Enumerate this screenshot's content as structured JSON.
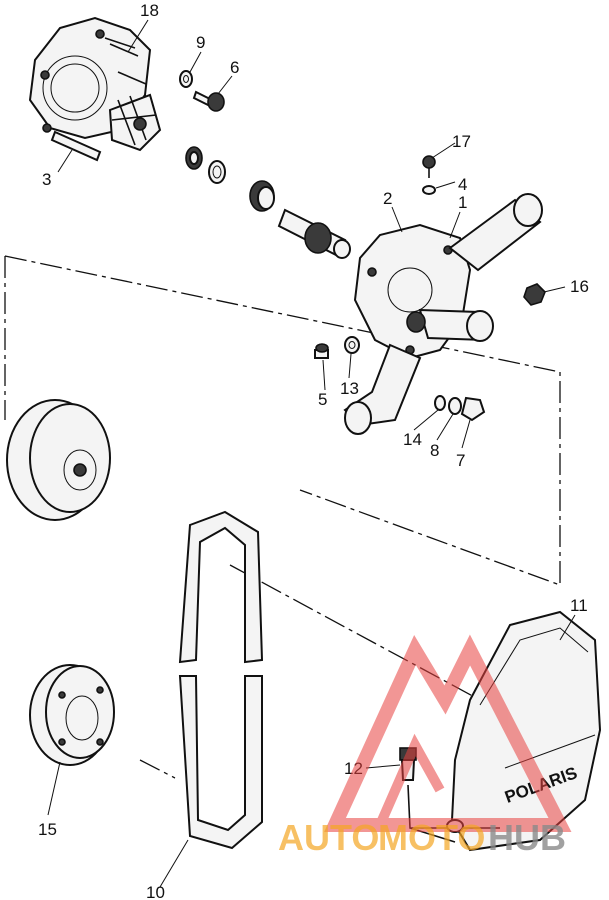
{
  "callouts": {
    "p1": "1",
    "p2": "2",
    "p3": "3",
    "p4": "4",
    "p5": "5",
    "p6": "6",
    "p7": "7",
    "p8": "8",
    "p9": "9",
    "p10": "10",
    "p11": "11",
    "p12": "12",
    "p13": "13",
    "p14": "14",
    "p15": "15",
    "p16": "16",
    "p17": "17",
    "p18": "18"
  },
  "cover_logo": "POLARIS",
  "watermark": {
    "text_a": "AUTO",
    "text_b": "MOTO",
    "text_c": "HUB"
  },
  "colors": {
    "ink": "#111111",
    "watermark_red": "#e8423f",
    "watermark_orange": "#f5a623",
    "watermark_gray": "#8a8a8a"
  }
}
